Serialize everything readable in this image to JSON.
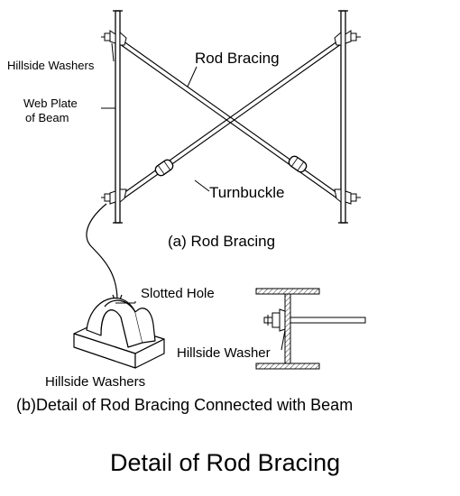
{
  "part_a": {
    "label_hillside_washers": "Hillside Washers",
    "label_web_plate_line1": "Web Plate",
    "label_web_plate_line2": "of Beam",
    "label_rod_bracing": "Rod Bracing",
    "label_turnbuckle": "Turnbuckle",
    "caption": "(a) Rod Bracing"
  },
  "part_b": {
    "label_slotted_hole": "Slotted Hole",
    "label_hillside_washer": "Hillside Washer",
    "label_hillside_washers": "Hillside Washers",
    "caption": "(b)Detail of Rod Bracing Connected with Beam"
  },
  "title": "Detail of Rod Bracing",
  "colors": {
    "stroke": "#000000",
    "background": "#ffffff"
  }
}
